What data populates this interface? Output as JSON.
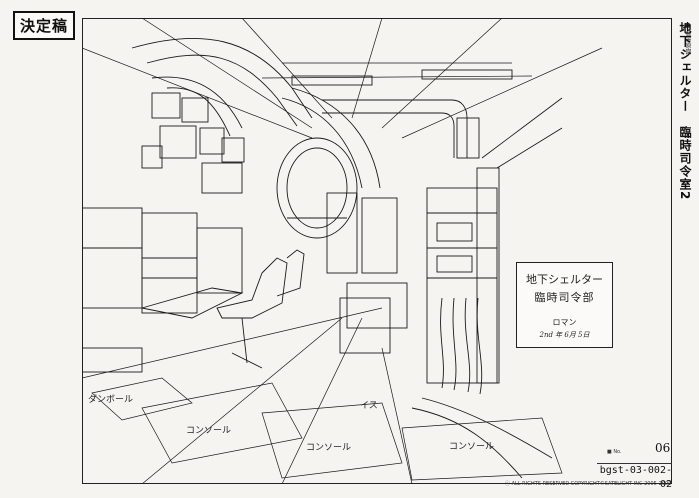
{
  "stamp": "決定稿",
  "title": {
    "small": "■ 背景原図",
    "main": "地下シェルター　臨時司令室2"
  },
  "note": {
    "line1": "地下シェルター",
    "line2": "臨時司令部",
    "line3": "ロマン",
    "line4": "2nd 年 6月 5日"
  },
  "labels": {
    "danball": "ダンボール",
    "console1": "コンソール",
    "console2": "コンソール",
    "console3": "コンソール",
    "chair": "イス"
  },
  "footer": {
    "cut_label": "■ No.",
    "cut_number": "06",
    "code": "bgst-03-002-02",
    "rights": "ⓒ ALL RIGHTS RESERVED COPYRIGHT©SATELIGHT INC 2005-2009"
  }
}
